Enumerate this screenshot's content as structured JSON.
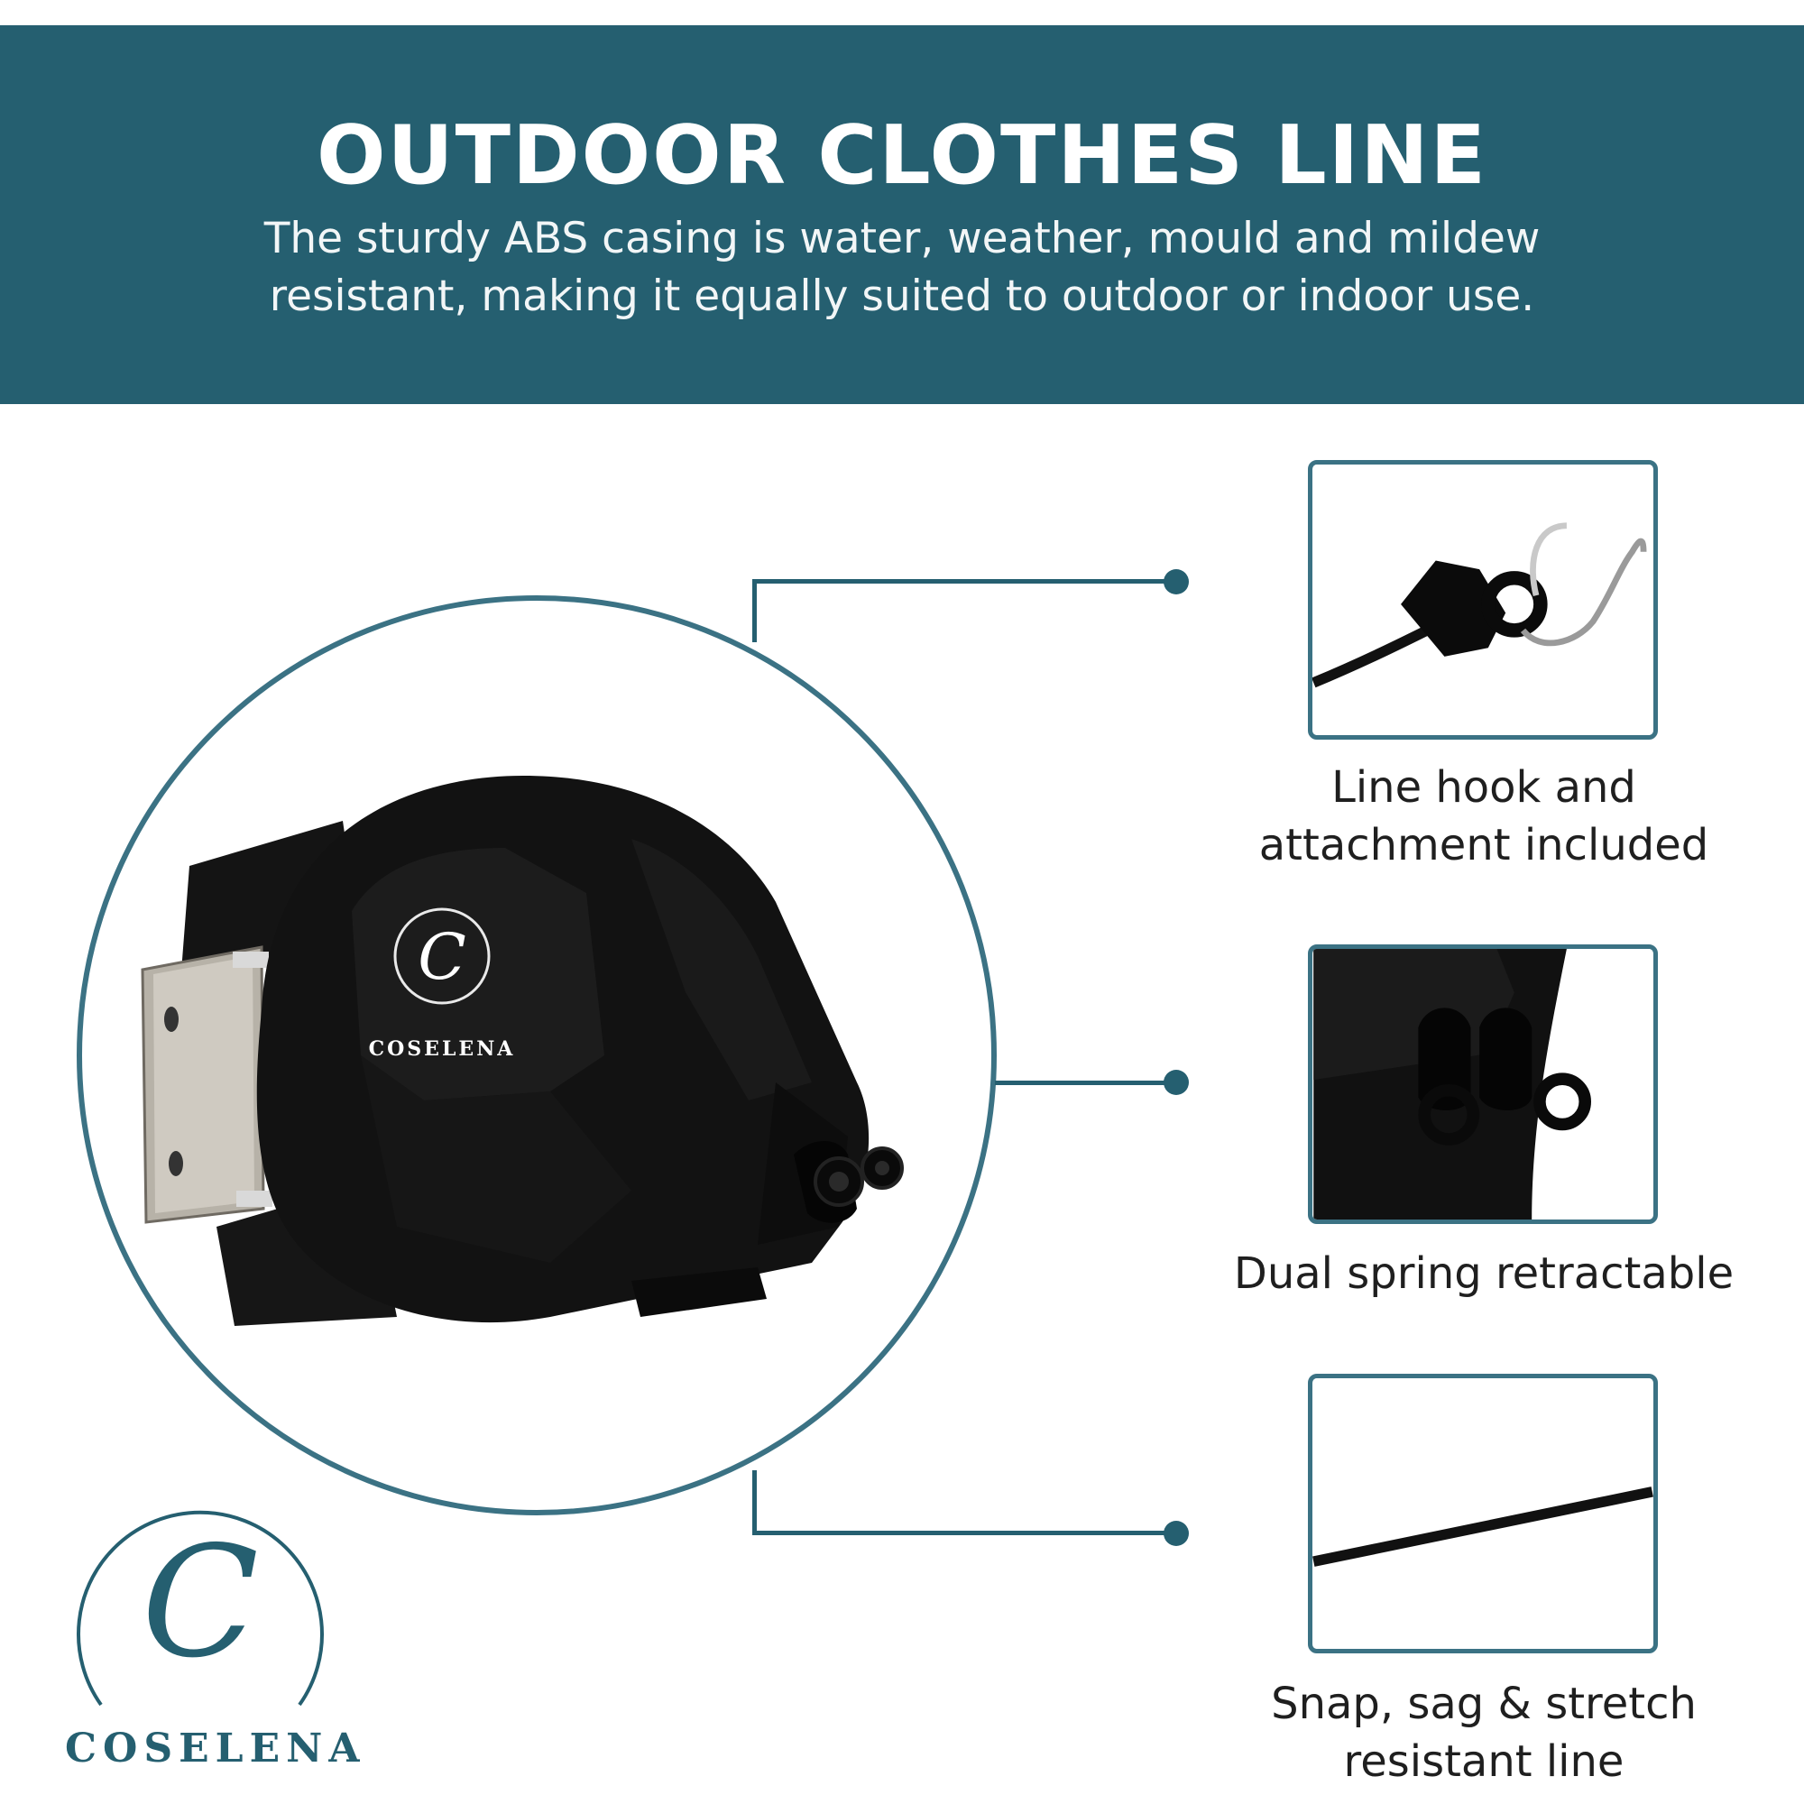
{
  "banner": {
    "title": "OUTDOOR CLOTHES LINE",
    "subtitle_line1": "The sturdy ABS casing is water, weather, mould and mildew",
    "subtitle_line2": "resistant, making it equally suited to outdoor or indoor use."
  },
  "product": {
    "logo_letter": "C",
    "brand": "COSELENA",
    "icon": "retractable-clothesline-reel-icon"
  },
  "features": [
    {
      "label_line1": "Line hook and",
      "label_line2": "attachment included",
      "icon": "line-hook-icon"
    },
    {
      "label_line1": "Dual spring retractable",
      "icon": "dual-spring-icon"
    },
    {
      "label_line1": "Snap, sag & stretch",
      "label_line2": "resistant line",
      "icon": "clothes-line-cord-icon"
    }
  ],
  "brand_logo": {
    "letter": "C",
    "name": "COSELENA"
  },
  "colors": {
    "banner": "#255f70",
    "accent": "#3b7284",
    "text": "#1f1f1f",
    "product": "#111111"
  }
}
